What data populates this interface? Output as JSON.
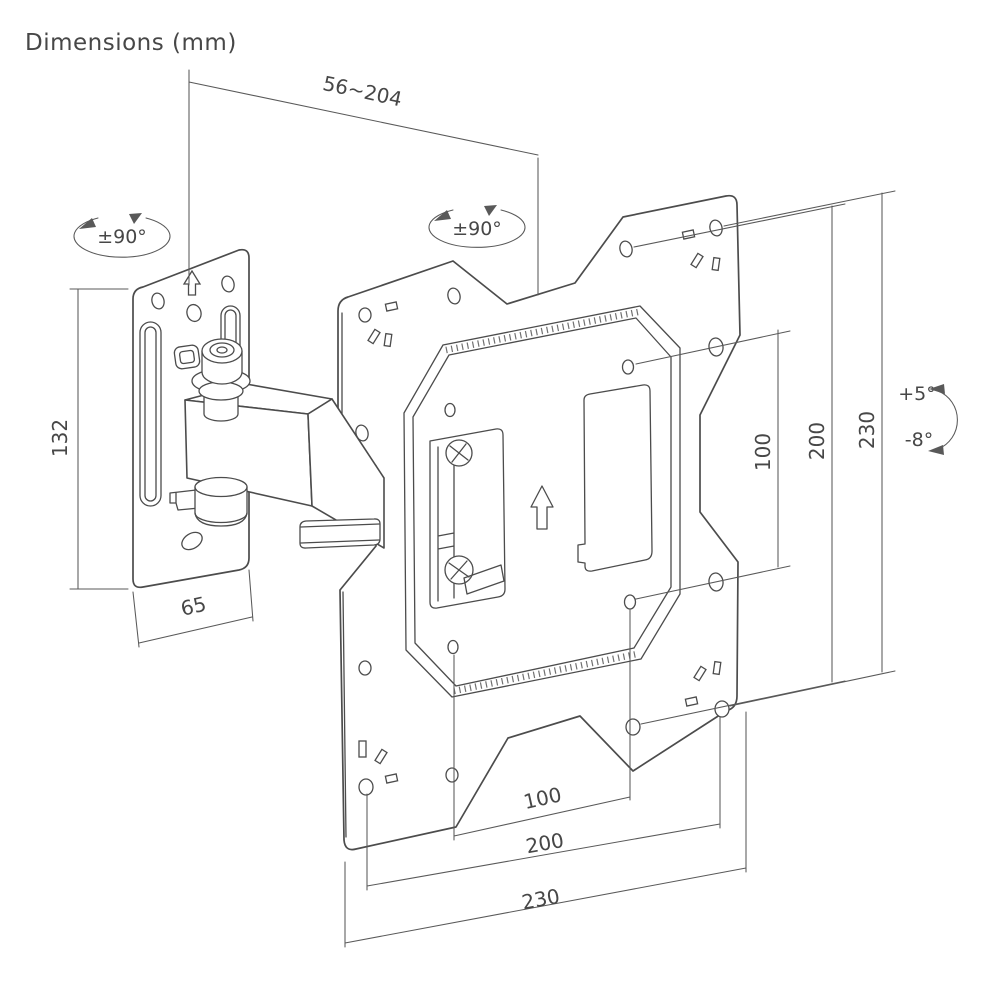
{
  "title": "Dimensions (mm)",
  "labels": {
    "arm_extension": "56~204",
    "wall_swivel": "±90°",
    "plate_swivel": "±90°",
    "wall_plate_height": "132",
    "wall_plate_width": "65",
    "side_vesa_100": "100",
    "side_vesa_200": "200",
    "side_plate_230": "230",
    "tilt_up": "+5°",
    "tilt_down": "-8°",
    "bottom_vesa_100": "100",
    "bottom_vesa_200": "200",
    "bottom_plate_230": "230"
  },
  "colors": {
    "outline": "#4c4c4c",
    "dimension": "#595959",
    "text": "#474747",
    "background": "#ffffff"
  }
}
